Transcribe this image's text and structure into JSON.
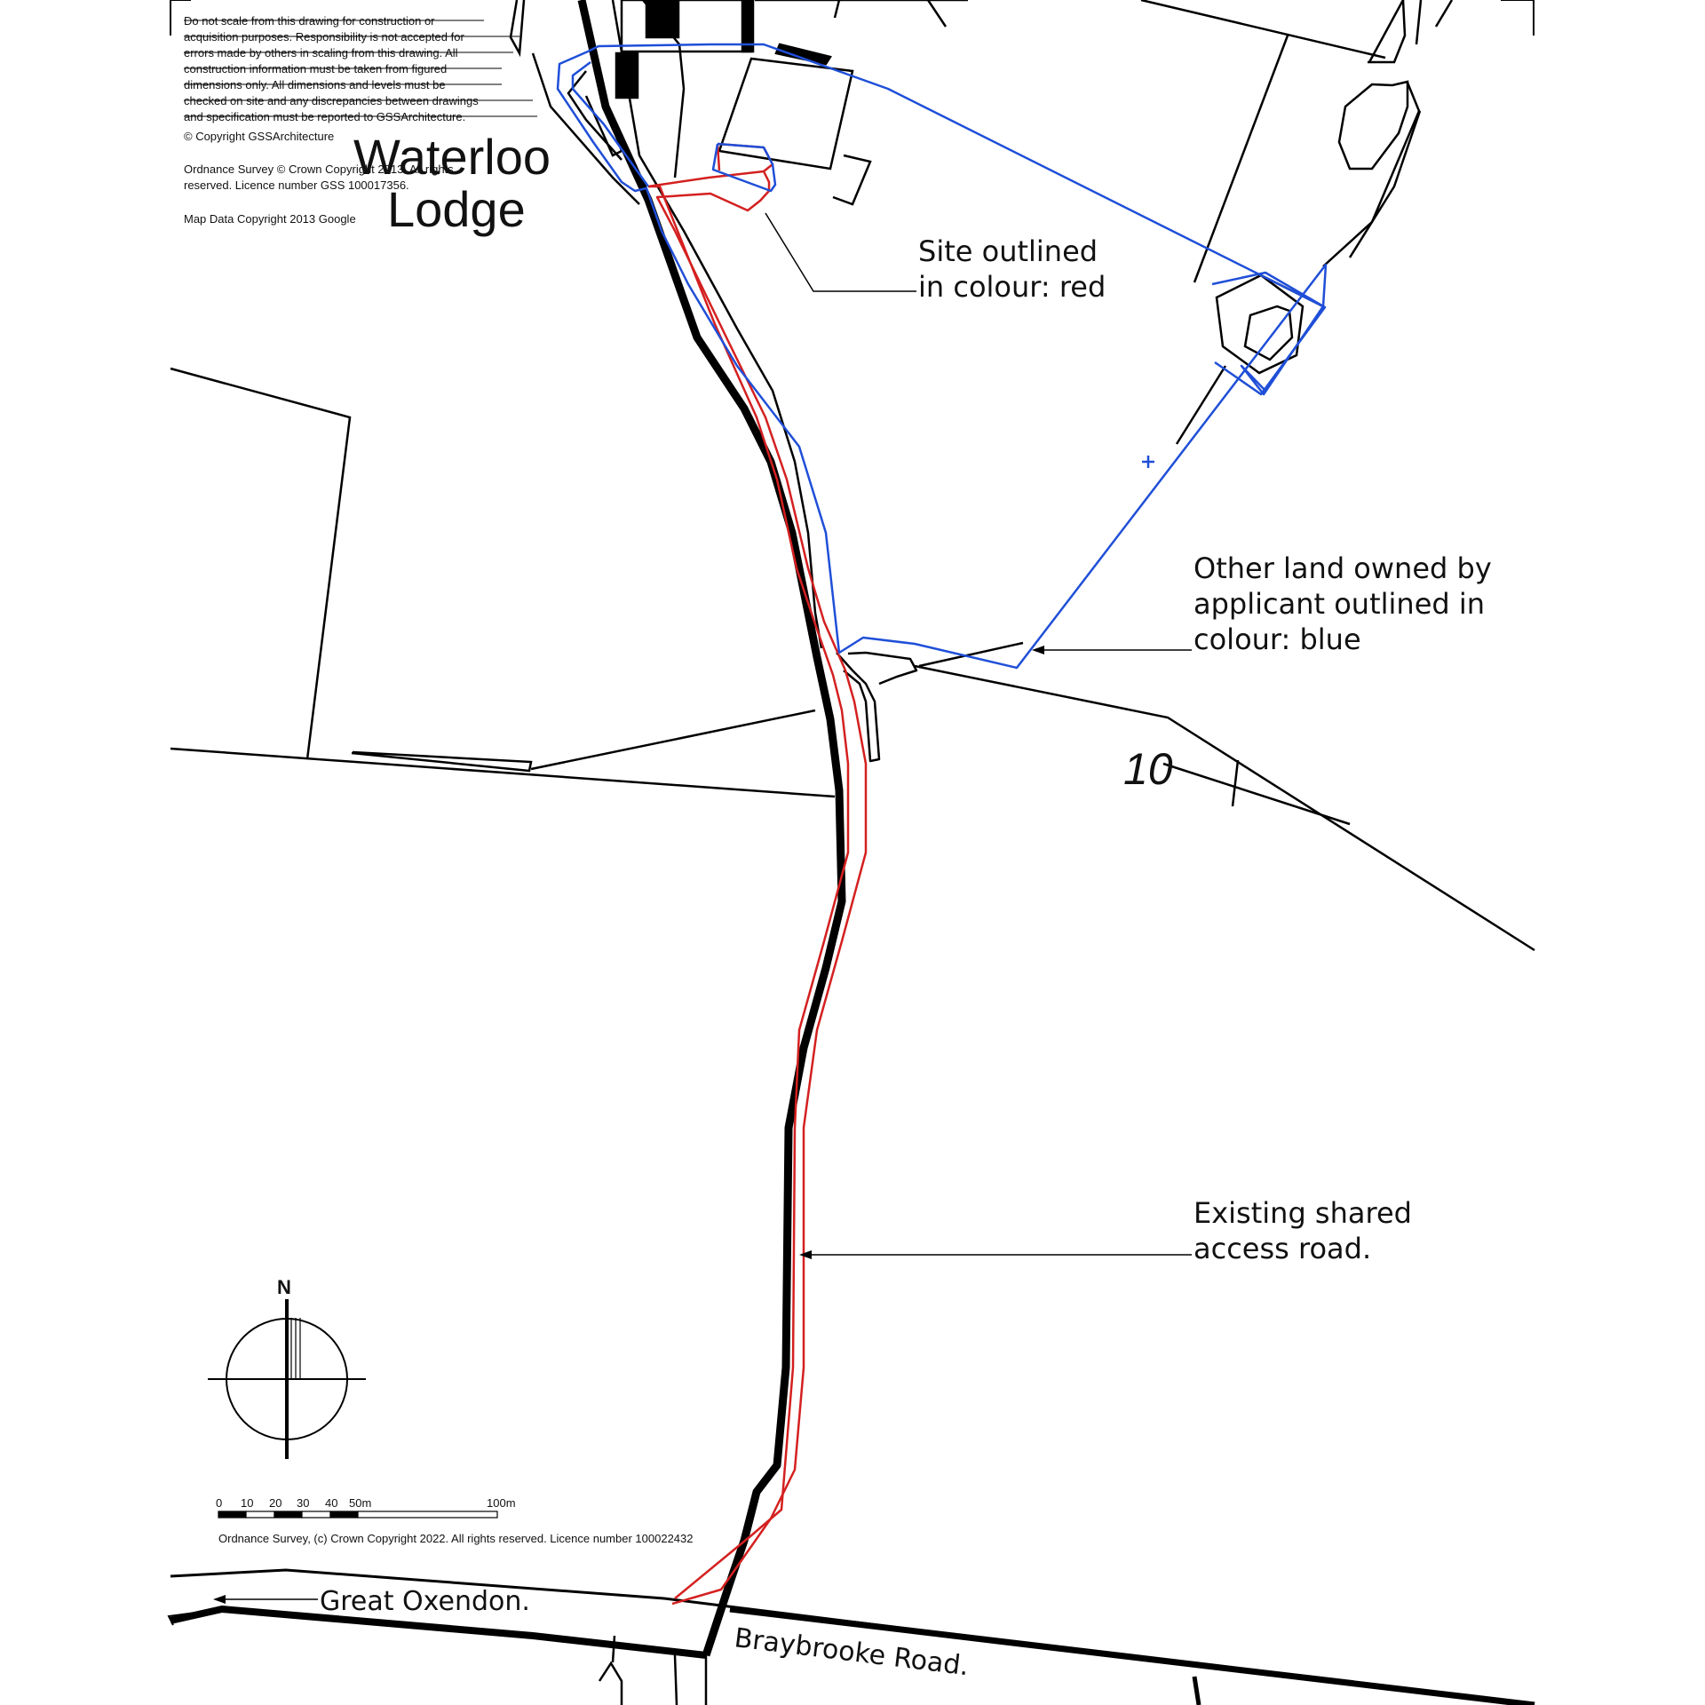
{
  "disclaimer": {
    "lines": [
      "Do not scale from this drawing for construction or",
      "acquisition purposes. Responsibility is not accepted for",
      "errors made by others in scaling from this drawing. All",
      "construction information must be taken from figured",
      "dimensions only. All dimensions and levels must be",
      "checked on site and any discrepancies between drawings",
      "and specification must be reported to GSSArchitecture."
    ],
    "copyright": "© Copyright GSSArchitecture",
    "os_line1": "Ordnance Survey © Crown Copyright 2013. All rights",
    "os_line2": "reserved. Licence number GSS 100017356.",
    "map_data": "Map Data Copyright 2013 Google"
  },
  "places": {
    "waterloo": "Waterloo",
    "lodge": "Lodge",
    "field_number": "10"
  },
  "annotations": {
    "site_line1": "Site outlined",
    "site_line2": "in colour: red",
    "other_line1": "Other land owned by",
    "other_line2": "applicant outlined in",
    "other_line3": "colour: blue",
    "road_line1": "Existing shared",
    "road_line2": "access road.",
    "great_oxendon": "Great Oxendon.",
    "braybrooke": "Braybrooke Road."
  },
  "compass": {
    "label": "N"
  },
  "scale_bar": {
    "ticks": [
      "0",
      "10",
      "20",
      "30",
      "40",
      "50m",
      "100m"
    ],
    "credit": "Ordnance Survey, (c) Crown Copyright 2022. All rights reserved. Licence number 100022432"
  },
  "colors": {
    "site_outline": "#d42020",
    "other_land_outline": "#1f4fd8",
    "linework": "#000000"
  }
}
